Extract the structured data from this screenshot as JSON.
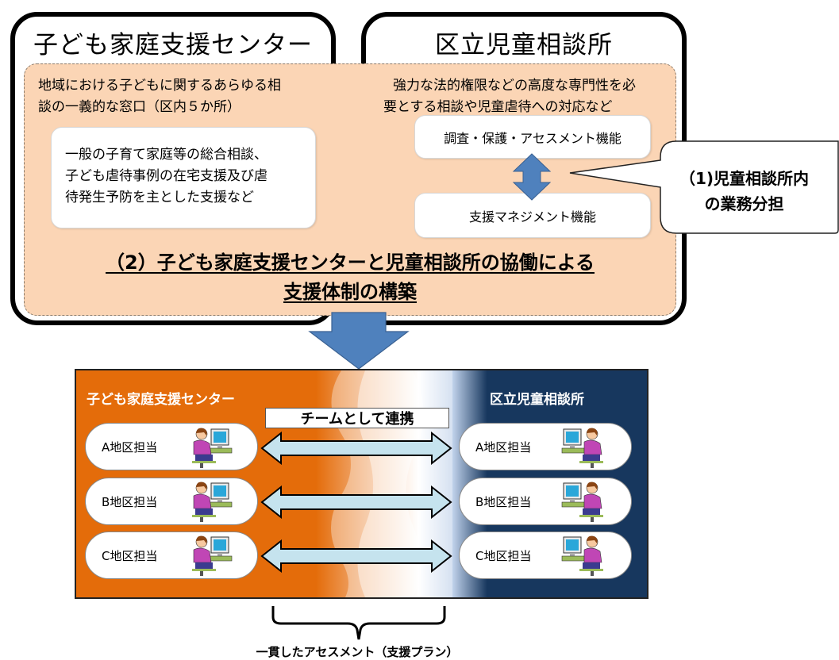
{
  "top": {
    "left_title": "子ども家庭支援センター",
    "right_title": "区立児童相談所",
    "left_desc": [
      "地域における子どもに関するあらゆる相",
      "談の一義的な窓口（区内５か所）"
    ],
    "left_card": [
      "一般の子育て家庭等の総合相談、",
      "子ども虐待事例の在宅支援及び虐",
      "待発生予防を主とした支援など"
    ],
    "right_desc": [
      "強力な法的権限などの高度な専門性を必",
      "要とする相談や児童虐待への対応など"
    ],
    "right_card_1": "調査・保護・アセスメント機能",
    "right_card_2": "支援マネジメント機能",
    "callout": [
      "（1)児童相談所内",
      "の業務分担"
    ],
    "heading2_line1": "（2）子ども家庭支援センターと児童相談所の協働による",
    "heading2_line2": "支援体制の構築"
  },
  "bottom": {
    "left_title": "子ども家庭支援センター",
    "right_title": "区立児童相談所",
    "team_label": "チームとして連携",
    "rows": [
      {
        "left": "A地区担当",
        "right": "A地区担当"
      },
      {
        "left": "B地区担当",
        "right": "B地区担当"
      },
      {
        "left": "C地区担当",
        "right": "C地区担当"
      }
    ],
    "caption": "一貫したアセスメント（支援プラン）"
  },
  "colors": {
    "orange": "#E46C0A",
    "navy": "#17375E",
    "peach": "#FBD5B5",
    "arrow_blue": "#4F81BD",
    "arrow_light": "#C5E3EE"
  }
}
